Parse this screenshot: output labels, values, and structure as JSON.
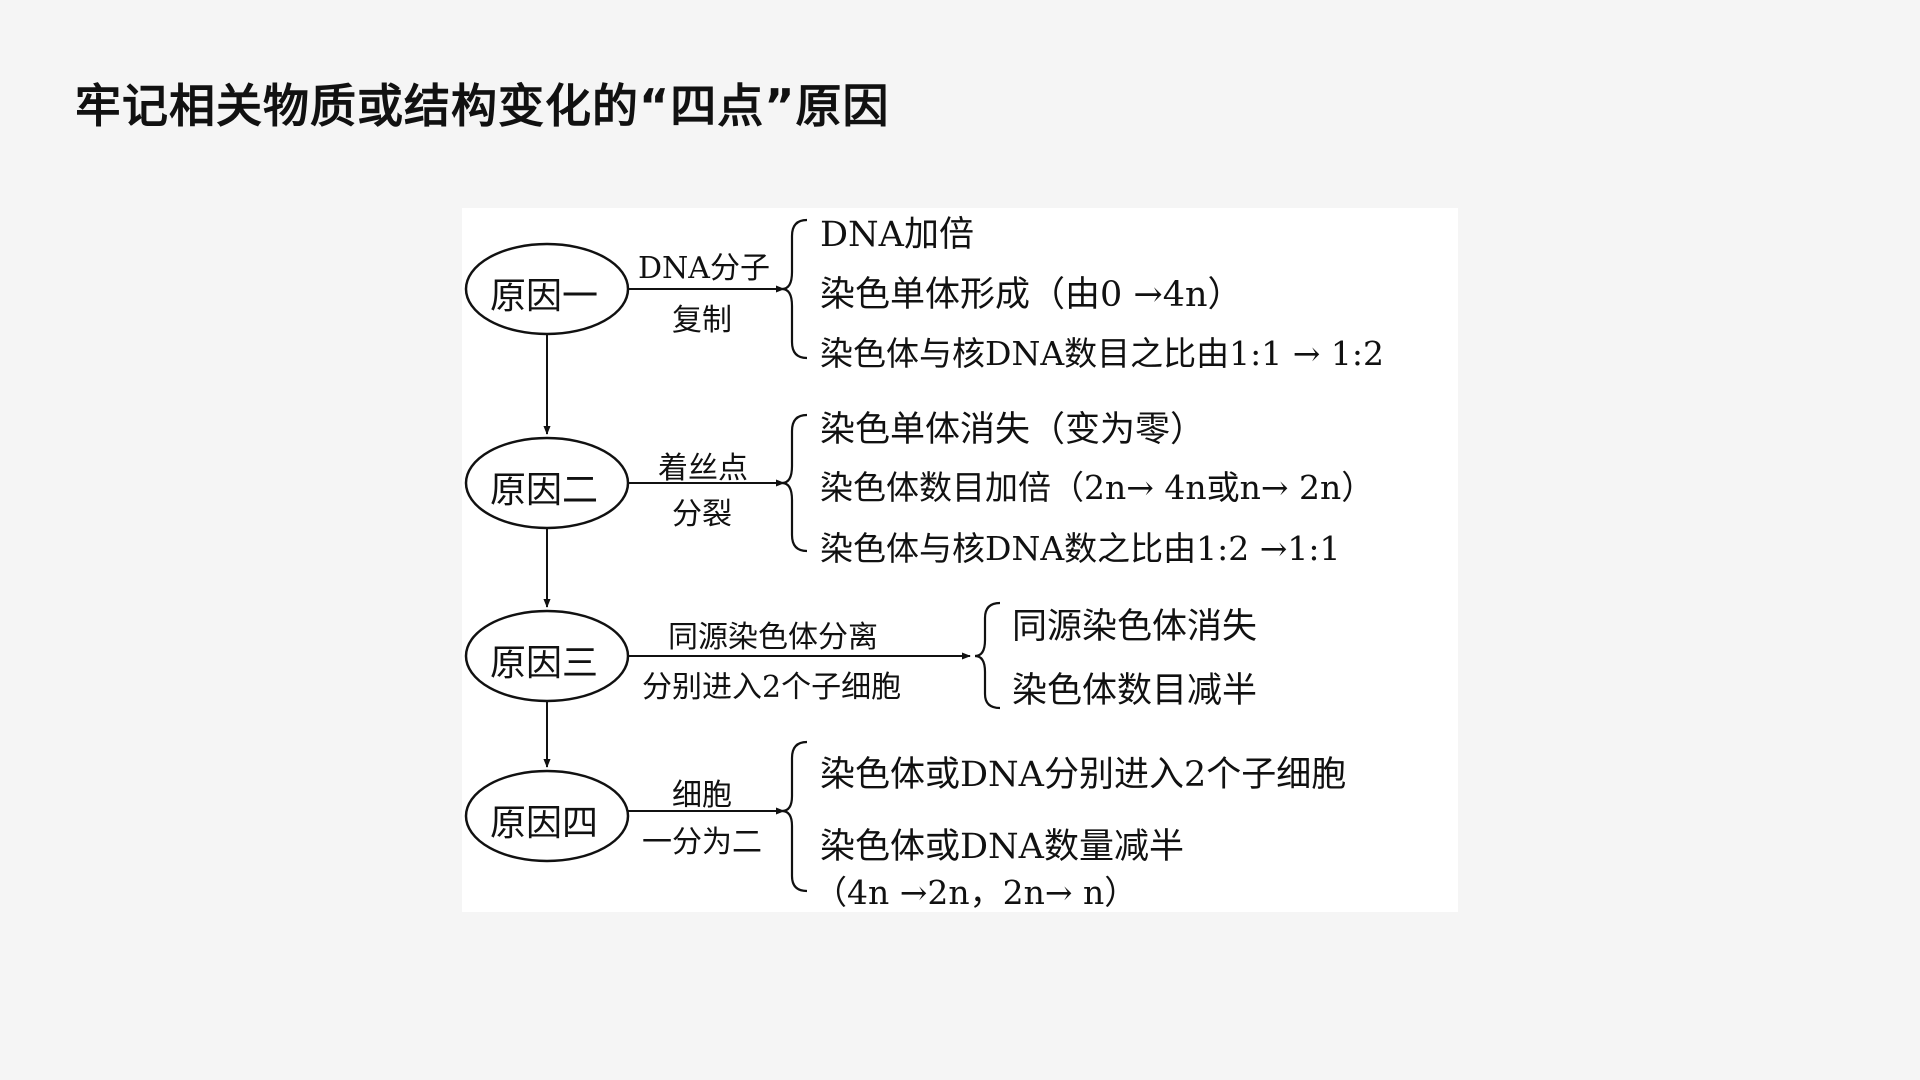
{
  "title": "牢记相关物质或结构变化的“四点”原因",
  "diagram": {
    "causes": [
      {
        "name": "原因一",
        "label_top": "DNA分子",
        "label_bottom": "复制",
        "results": [
          "DNA加倍",
          "染色单体形成（由0 →4n）",
          "染色体与核DNA数目之比由1:1 → 1:2"
        ]
      },
      {
        "name": "原因二",
        "label_top": "着丝点",
        "label_bottom": "分裂",
        "results": [
          "染色单体消失（变为零）",
          "染色体数目加倍（2n→ 4n或n→ 2n）",
          "染色体与核DNA数之比由1:2 →1:1"
        ]
      },
      {
        "name": "原因三",
        "label_top": "同源染色体分离",
        "label_bottom": "分别进入2个子细胞",
        "results": [
          "同源染色体消失",
          "染色体数目减半"
        ]
      },
      {
        "name": "原因四",
        "label_top": "细胞",
        "label_bottom": "一分为二",
        "results": [
          "染色体或DNA分别进入2个子细胞",
          "染色体或DNA数量减半",
          "（4n →2n，2n→ n）"
        ]
      }
    ]
  }
}
